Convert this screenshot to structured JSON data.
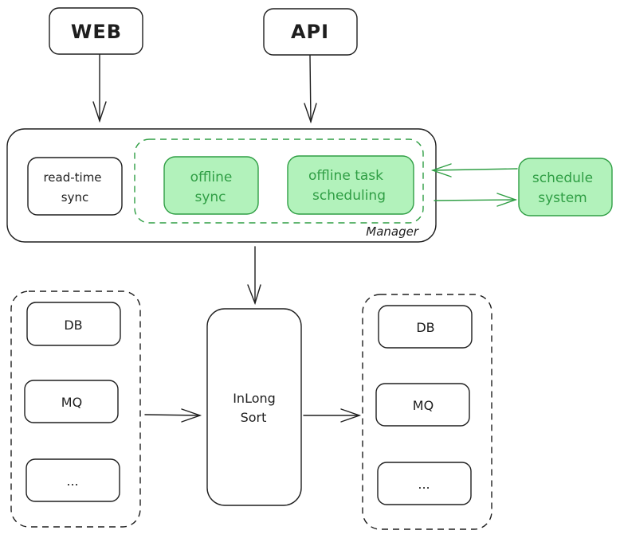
{
  "diagram": {
    "inputs": {
      "web": "WEB",
      "api": "API"
    },
    "manager": {
      "label": "Manager",
      "realtime_sync": [
        "read-time",
        "sync"
      ],
      "offline_sync": [
        "offline",
        "sync"
      ],
      "offline_task_scheduling": [
        "offline task",
        "scheduling"
      ]
    },
    "schedule_system": [
      "schedule",
      "system"
    ],
    "sources": {
      "items": [
        "DB",
        "MQ",
        "..."
      ]
    },
    "inlong_sort": [
      "InLong",
      "Sort"
    ],
    "sinks": {
      "items": [
        "DB",
        "MQ",
        "..."
      ]
    },
    "colors": {
      "stroke": "#1e1e1e",
      "green_stroke": "#2f9e44",
      "green_fill": "#b2f2bb"
    }
  }
}
